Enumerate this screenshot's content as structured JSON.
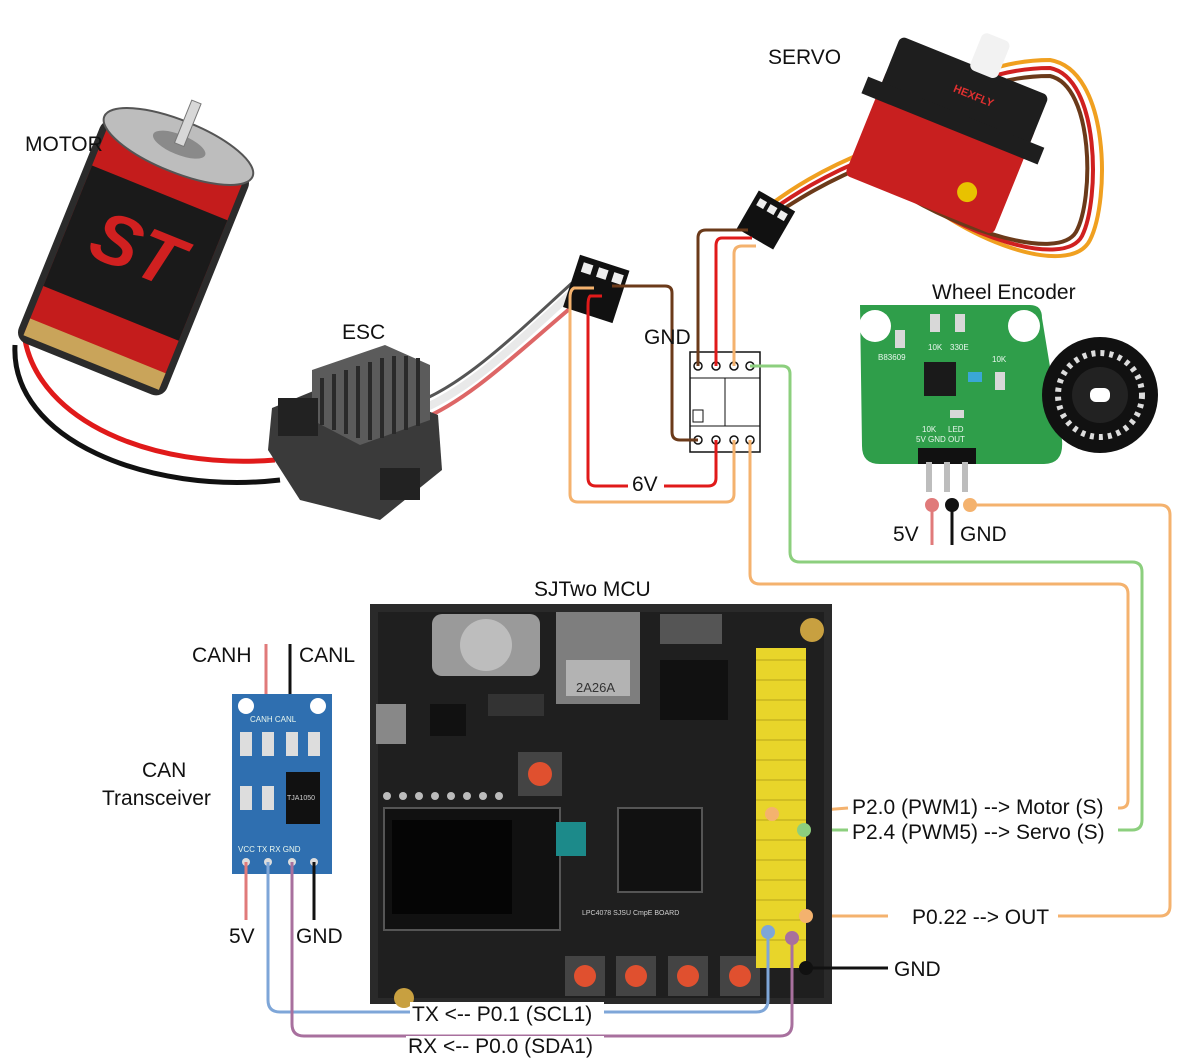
{
  "labels": {
    "motor": "MOTOR",
    "esc": "ESC",
    "servo": "SERVO",
    "wheel_encoder": "Wheel Encoder",
    "sjtwo_mcu": "SJTwo MCU",
    "can_transceiver_line1": "CAN",
    "can_transceiver_line2": "Transceiver",
    "canh": "CANH",
    "canl": "CANL",
    "esc_gnd": "GND",
    "esc_6v": "6V",
    "encoder_5v": "5V",
    "encoder_gnd": "GND",
    "can_5v": "5V",
    "can_gnd": "GND",
    "pin_p20": "P2.0 (PWM1) --> Motor (S)",
    "pin_p24": "P2.4 (PWM5) --> Servo (S)",
    "pin_p022": "P0.22 --> OUT",
    "pin_gnd": "GND",
    "pin_tx": "TX <-- P0.1 (SCL1)",
    "pin_rx": "RX <-- P0.0 (SDA1)"
  },
  "board_silkscreen": {
    "servo_brand": "HEXFLY",
    "encoder_label": "B83609",
    "encoder_r1": "10K",
    "encoder_r2": "330E",
    "encoder_r3": "10K",
    "encoder_r4": "10K",
    "encoder_pins": "5V GND OUT",
    "encoder_led": "LED",
    "can_top_pins": "CANH CANL",
    "can_bottom_pins": "VCC TX RX GND",
    "can_chip": "TJA1050",
    "mcu_board": "LPC4078 SJSU CmpE BOARD",
    "mcu_sd": "2A26A"
  },
  "colors": {
    "wire_orange": "#f4b26e",
    "wire_red": "#e01a1a",
    "wire_brown": "#6b3a1a",
    "wire_green": "#8ccf7e",
    "wire_blue": "#7ea6d8",
    "wire_purple": "#a8709e",
    "wire_black": "#111111",
    "wire_pink": "#e07a7a",
    "pcb_green": "#2f9e4a",
    "can_blue": "#2f6fb0",
    "mcu_black": "#1f1f1f",
    "header_yellow": "#f2e23a"
  }
}
